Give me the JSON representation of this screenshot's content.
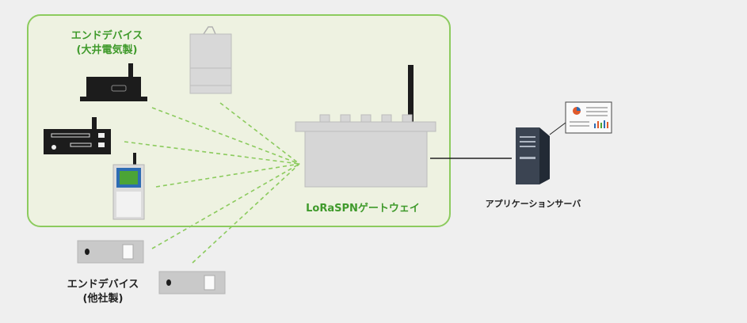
{
  "labels": {
    "own_devices_line1": "エンドデバイス",
    "own_devices_line2": "(大井電気製)",
    "gateway": "LoRaSPNゲートウェイ",
    "app_server": "アプリケーションサーバ",
    "other_devices_line1": "エンドデバイス",
    "other_devices_line2": "(他社製)"
  },
  "colors": {
    "background": "#efefef",
    "own_region_fill": "#eef2e1",
    "own_region_border": "#8ccb5e",
    "link_dashed": "#8ccb5e",
    "label_green": "#3f9a2b",
    "device_dark": "#1c1c1c",
    "device_gray": "#c9c9c9",
    "server_dark": "#3b4452"
  },
  "icons": [
    "end-device-black-box-icon",
    "end-device-rack-icon",
    "end-device-handheld-icon",
    "end-device-wall-box-icon",
    "end-device-gray-bar-icon",
    "gateway-icon",
    "server-tower-icon",
    "dashboard-report-icon"
  ]
}
